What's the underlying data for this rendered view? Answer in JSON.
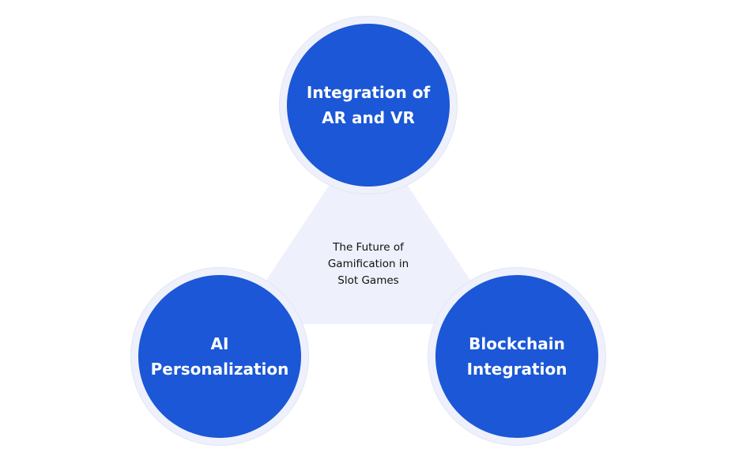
{
  "diagram": {
    "center_text": "The Future of\nGamification in\nSlot Games",
    "nodes": [
      {
        "label": "Integration of\nAR and VR"
      },
      {
        "label": "AI\nPersonalization"
      },
      {
        "label": "Blockchain\nIntegration"
      }
    ]
  },
  "colors": {
    "circle_fill": "#1b57d6",
    "circle_ring": "#eef0fb",
    "triangle_fill": "#eef0fb",
    "label_text": "#ffffff",
    "center_text": "#111111"
  }
}
